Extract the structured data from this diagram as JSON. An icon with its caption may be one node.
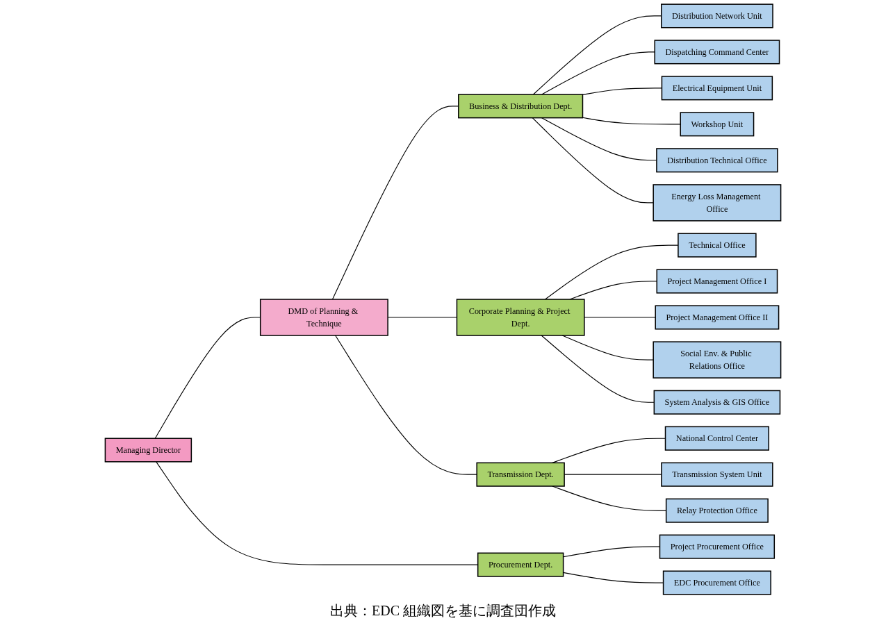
{
  "diagram": {
    "caption": "出典：EDC 組織図を基に調査団作成",
    "nodes": [
      {
        "text": [
          "Managing Director"
        ]
      },
      {
        "text": [
          "DMD of Planning & Technique"
        ]
      },
      {
        "text": [
          "Procurement Dept."
        ]
      },
      {
        "text": [
          "Business & Distribution Dept."
        ]
      },
      {
        "text": [
          "Corporate Planning & Project Dept."
        ]
      },
      {
        "text": [
          "Transmission Dept."
        ]
      },
      {
        "text": [
          "Project Procurement Office"
        ]
      },
      {
        "text": [
          "EDC Procurement Office"
        ]
      },
      {
        "text": [
          "Distribution Network Unit"
        ]
      },
      {
        "text": [
          "Dispatching Command Center"
        ]
      },
      {
        "text": [
          "Electrical Equipment Unit"
        ]
      },
      {
        "text": [
          "Workshop Unit"
        ]
      },
      {
        "text": [
          "Distribution Technical Office"
        ]
      },
      {
        "text": [
          "Energy Loss Management Office"
        ]
      },
      {
        "text": [
          "Technical Office"
        ]
      },
      {
        "text": [
          "Project Management Office I"
        ]
      },
      {
        "text": [
          "Project Management Office II"
        ]
      },
      {
        "text": [
          "Social Env. & Public Relations Office"
        ]
      },
      {
        "text": [
          "System Analysis & GIS Office"
        ]
      },
      {
        "text": [
          "National Control Center"
        ]
      },
      {
        "text": [
          "Transmission System Unit"
        ]
      },
      {
        "text": [
          "Relay Protection Office"
        ]
      }
    ],
    "edges": [
      {
        "from": 0,
        "to": 1,
        "arrow": "none"
      },
      {
        "from": 0,
        "to": 2,
        "arrow": "none"
      },
      {
        "from": 1,
        "to": 3,
        "arrow": "none"
      },
      {
        "from": 1,
        "to": 4,
        "arrow": "none"
      },
      {
        "from": 1,
        "to": 5,
        "arrow": "none"
      },
      {
        "from": 2,
        "to": 6,
        "arrow": "none"
      },
      {
        "from": 2,
        "to": 7,
        "arrow": "none"
      },
      {
        "from": 3,
        "to": 8,
        "arrow": "none"
      },
      {
        "from": 3,
        "to": 9,
        "arrow": "none"
      },
      {
        "from": 3,
        "to": 10,
        "arrow": "none"
      },
      {
        "from": 3,
        "to": 11,
        "arrow": "none"
      },
      {
        "from": 3,
        "to": 12,
        "arrow": "none"
      },
      {
        "from": 3,
        "to": 13,
        "arrow": "none"
      },
      {
        "from": 4,
        "to": 14,
        "arrow": "none"
      },
      {
        "from": 4,
        "to": 15,
        "arrow": "none"
      },
      {
        "from": 4,
        "to": 16,
        "arrow": "none"
      },
      {
        "from": 4,
        "to": 17,
        "arrow": "none"
      },
      {
        "from": 4,
        "to": 18,
        "arrow": "none"
      },
      {
        "from": 5,
        "to": 19,
        "arrow": "none"
      },
      {
        "from": 5,
        "to": 20,
        "arrow": "none"
      },
      {
        "from": 5,
        "to": 21,
        "arrow": "none"
      }
    ]
  }
}
